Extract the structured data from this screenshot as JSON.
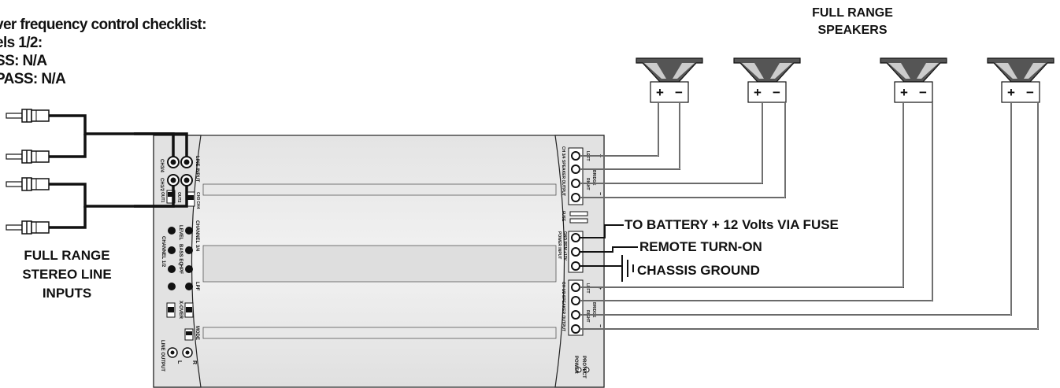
{
  "checklist": {
    "title": "ver frequency control checklist:",
    "line1": "els 1/2:",
    "line2": "SS: N/A",
    "line3": "PASS: N/A"
  },
  "speakers": {
    "label_line1": "FULL RANGE",
    "label_line2": "SPEAKERS",
    "items": [
      {
        "plus": "+",
        "minus": "−"
      },
      {
        "plus": "+",
        "minus": "−"
      },
      {
        "plus": "+",
        "minus": "−"
      },
      {
        "plus": "+",
        "minus": "−"
      }
    ]
  },
  "inputs": {
    "label_line1": "FULL RANGE",
    "label_line2": "STEREO LINE",
    "label_line3": "INPUTS"
  },
  "power": {
    "battery": "TO BATTERY + 12 Volts VIA FUSE",
    "remote": "REMOTE TURN-ON",
    "ground": "CHASSIS GROUND"
  },
  "amp_panel_left": {
    "ch34": "CH3/4",
    "ch12": "CH1/2",
    "line_input": "LINE INPUT",
    "out1": "OUT1",
    "out2": "OUT2",
    "input_select": "CH3 CH4",
    "level_34": "LEVEL",
    "level_12": "LEVEL",
    "bass_eq": "BASS EQ",
    "channel_34": "CHANNEL 3/4",
    "channel_12": "CHANNEL 1/2",
    "lpf": "LPF",
    "hpf": "HPF",
    "xover": "X-OVER",
    "mode": "MODE",
    "line_output": "LINE OUTPUT",
    "out_l": "L",
    "out_r": "R"
  },
  "amp_panel_right": {
    "ch34_speaker_output": "CH 3/4 SPEAKER OUTPUT",
    "ch12_speaker_output": "CH 1/2 SPEAKER OUTPUT",
    "left": "LEFT",
    "right": "RIGHT",
    "bridge": "BRIDGE",
    "fuse": "FUSE",
    "power_input": "POWER INPUT",
    "gnd_rem": "GND REM +12V",
    "power": "POWER",
    "protect": "PROTECT"
  }
}
